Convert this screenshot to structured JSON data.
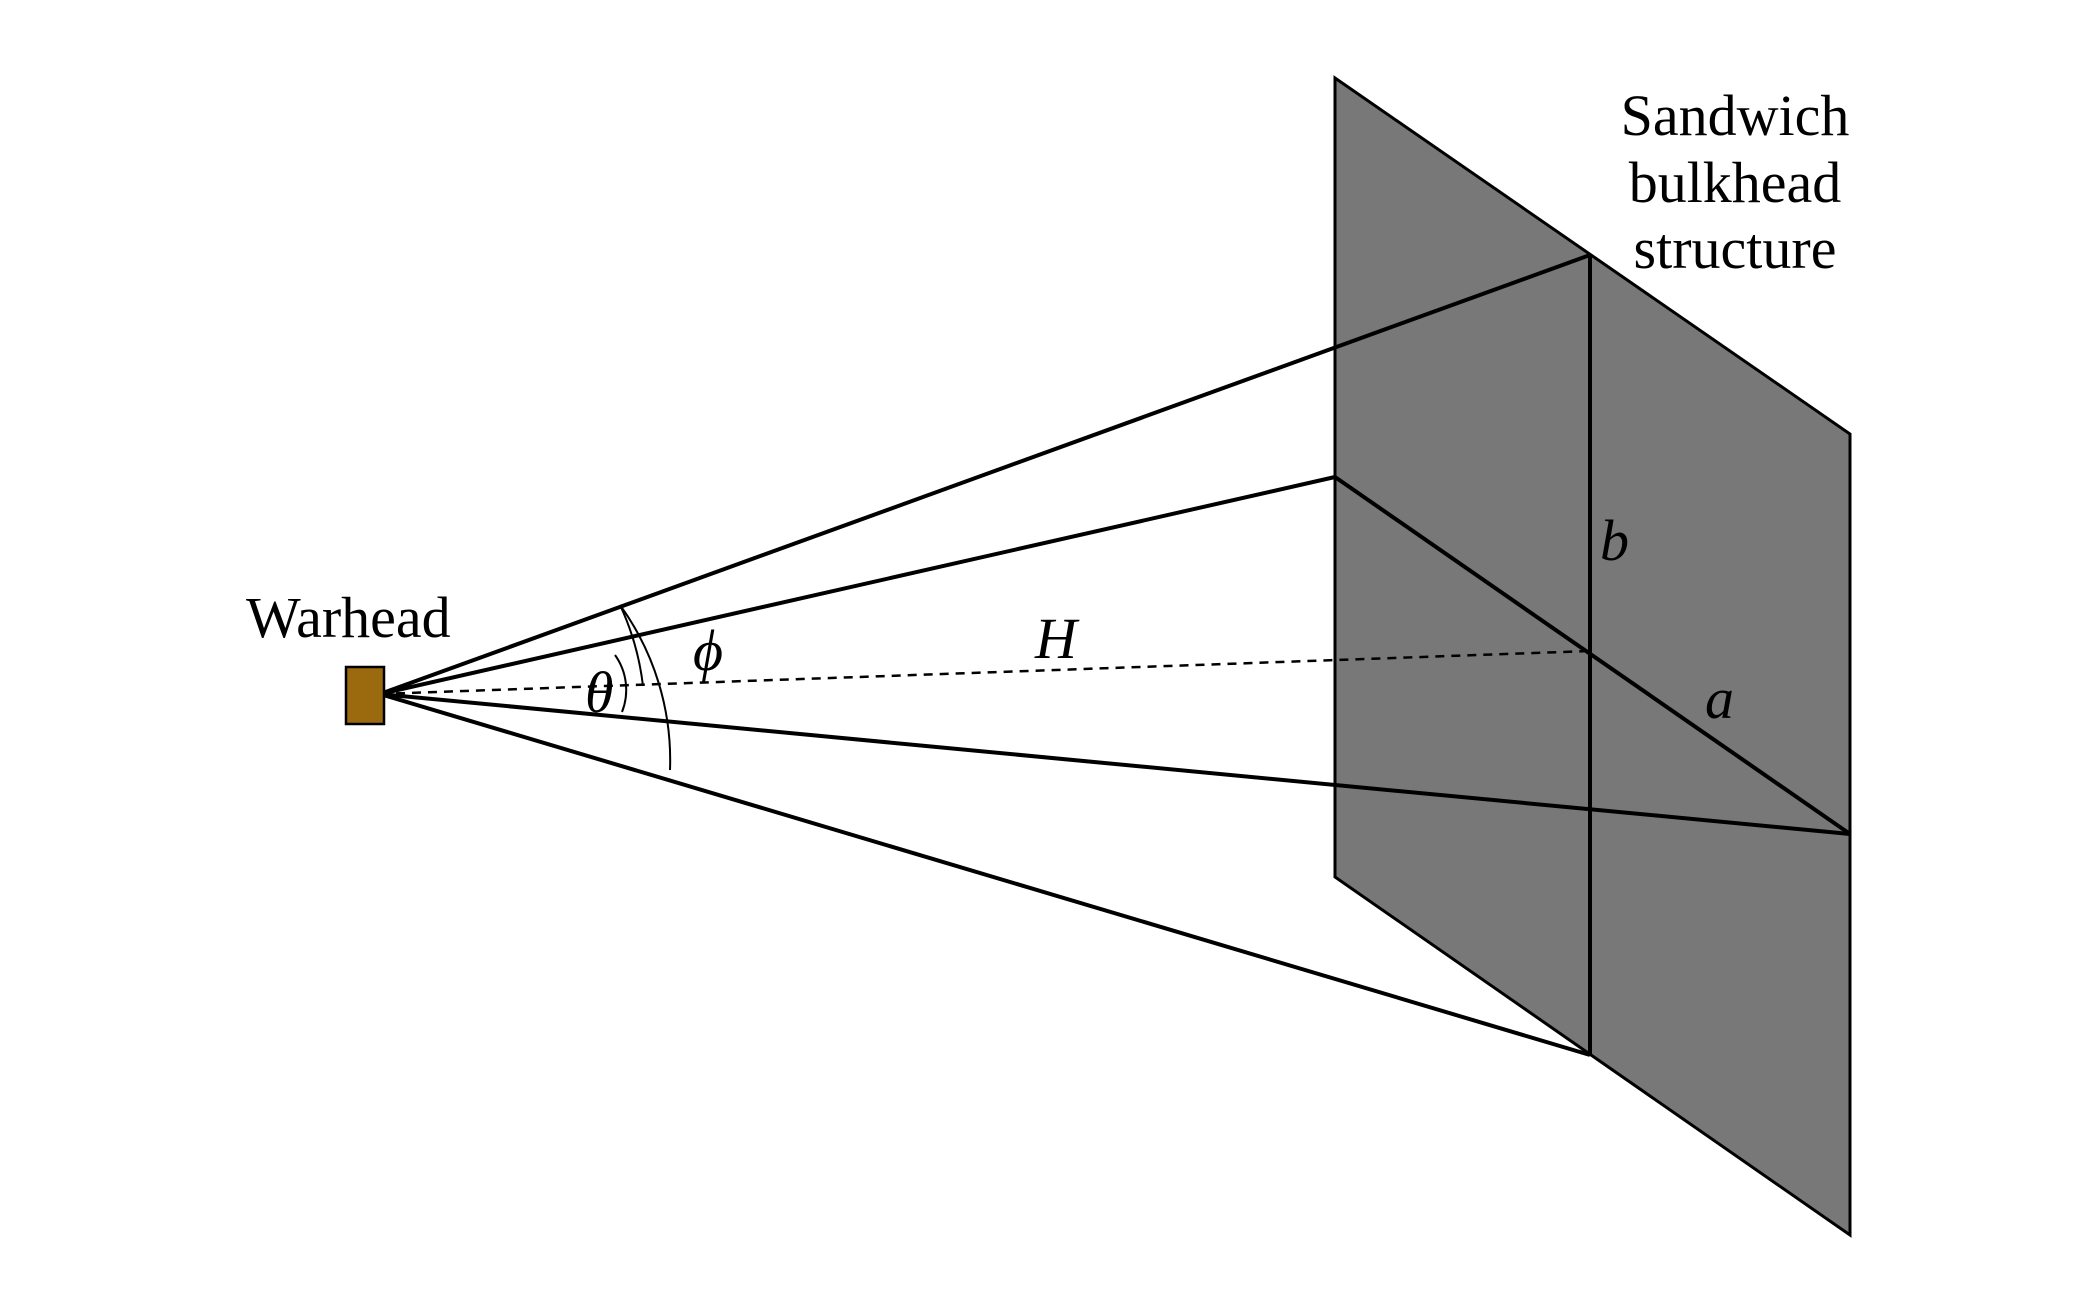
{
  "labels": {
    "warhead": "Warhead",
    "structure_line1": "Sandwich",
    "structure_line2": "bulkhead",
    "structure_line3": "structure",
    "distance": "H",
    "side_a": "a",
    "side_b": "b",
    "angle_theta": "θ",
    "angle_phi": "ϕ"
  },
  "colors": {
    "plate_fill": "#787878",
    "warhead_fill": "#9c6a0e",
    "line": "#000000"
  }
}
